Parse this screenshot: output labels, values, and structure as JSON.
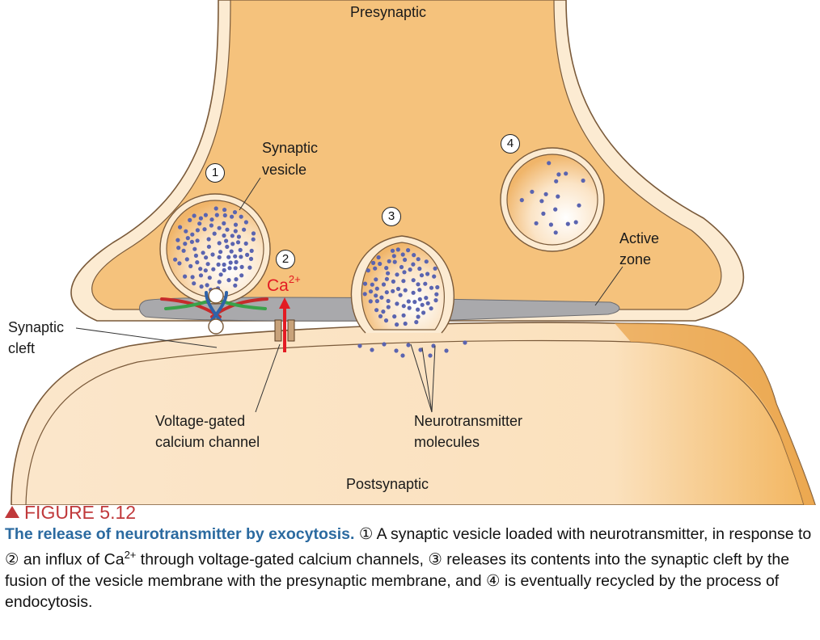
{
  "labels": {
    "presynaptic": "Presynaptic",
    "postsynaptic": "Postsynaptic",
    "synaptic_vesicle_1": "Synaptic",
    "synaptic_vesicle_2": "vesicle",
    "active_zone_1": "Active",
    "active_zone_2": "zone",
    "synaptic_cleft_1": "Synaptic",
    "synaptic_cleft_2": "cleft",
    "channel_1": "Voltage-gated",
    "channel_2": "calcium channel",
    "neuro_1": "Neurotransmitter",
    "neuro_2": "molecules",
    "ca_base": "Ca",
    "ca_sup": "2+"
  },
  "steps": [
    "1",
    "2",
    "3",
    "4"
  ],
  "figure": {
    "number": "FIGURE 5.12",
    "title": "The release of neurotransmitter by exocytosis.",
    "text_a": " ① A synaptic vesicle loaded with neurotransmitter, in response to ② an influx of Ca",
    "text_sup": "2+",
    "text_b": " through voltage-gated calcium channels, ③ releases its contents into the synaptic cleft by the fusion of the vesicle membrane with the presynaptic membrane, and ④ is eventually recycled by the process of endocytosis."
  },
  "colors": {
    "terminal_fill": "#f5c27c",
    "membrane": "#fcebd2",
    "outline": "#7a5a3a",
    "active_zone": "#a9a9ac",
    "dots": "#5a64b0",
    "ca_red": "#e31b23",
    "caption_title": "#2b6aa0",
    "figure_head": "#c0393b"
  }
}
